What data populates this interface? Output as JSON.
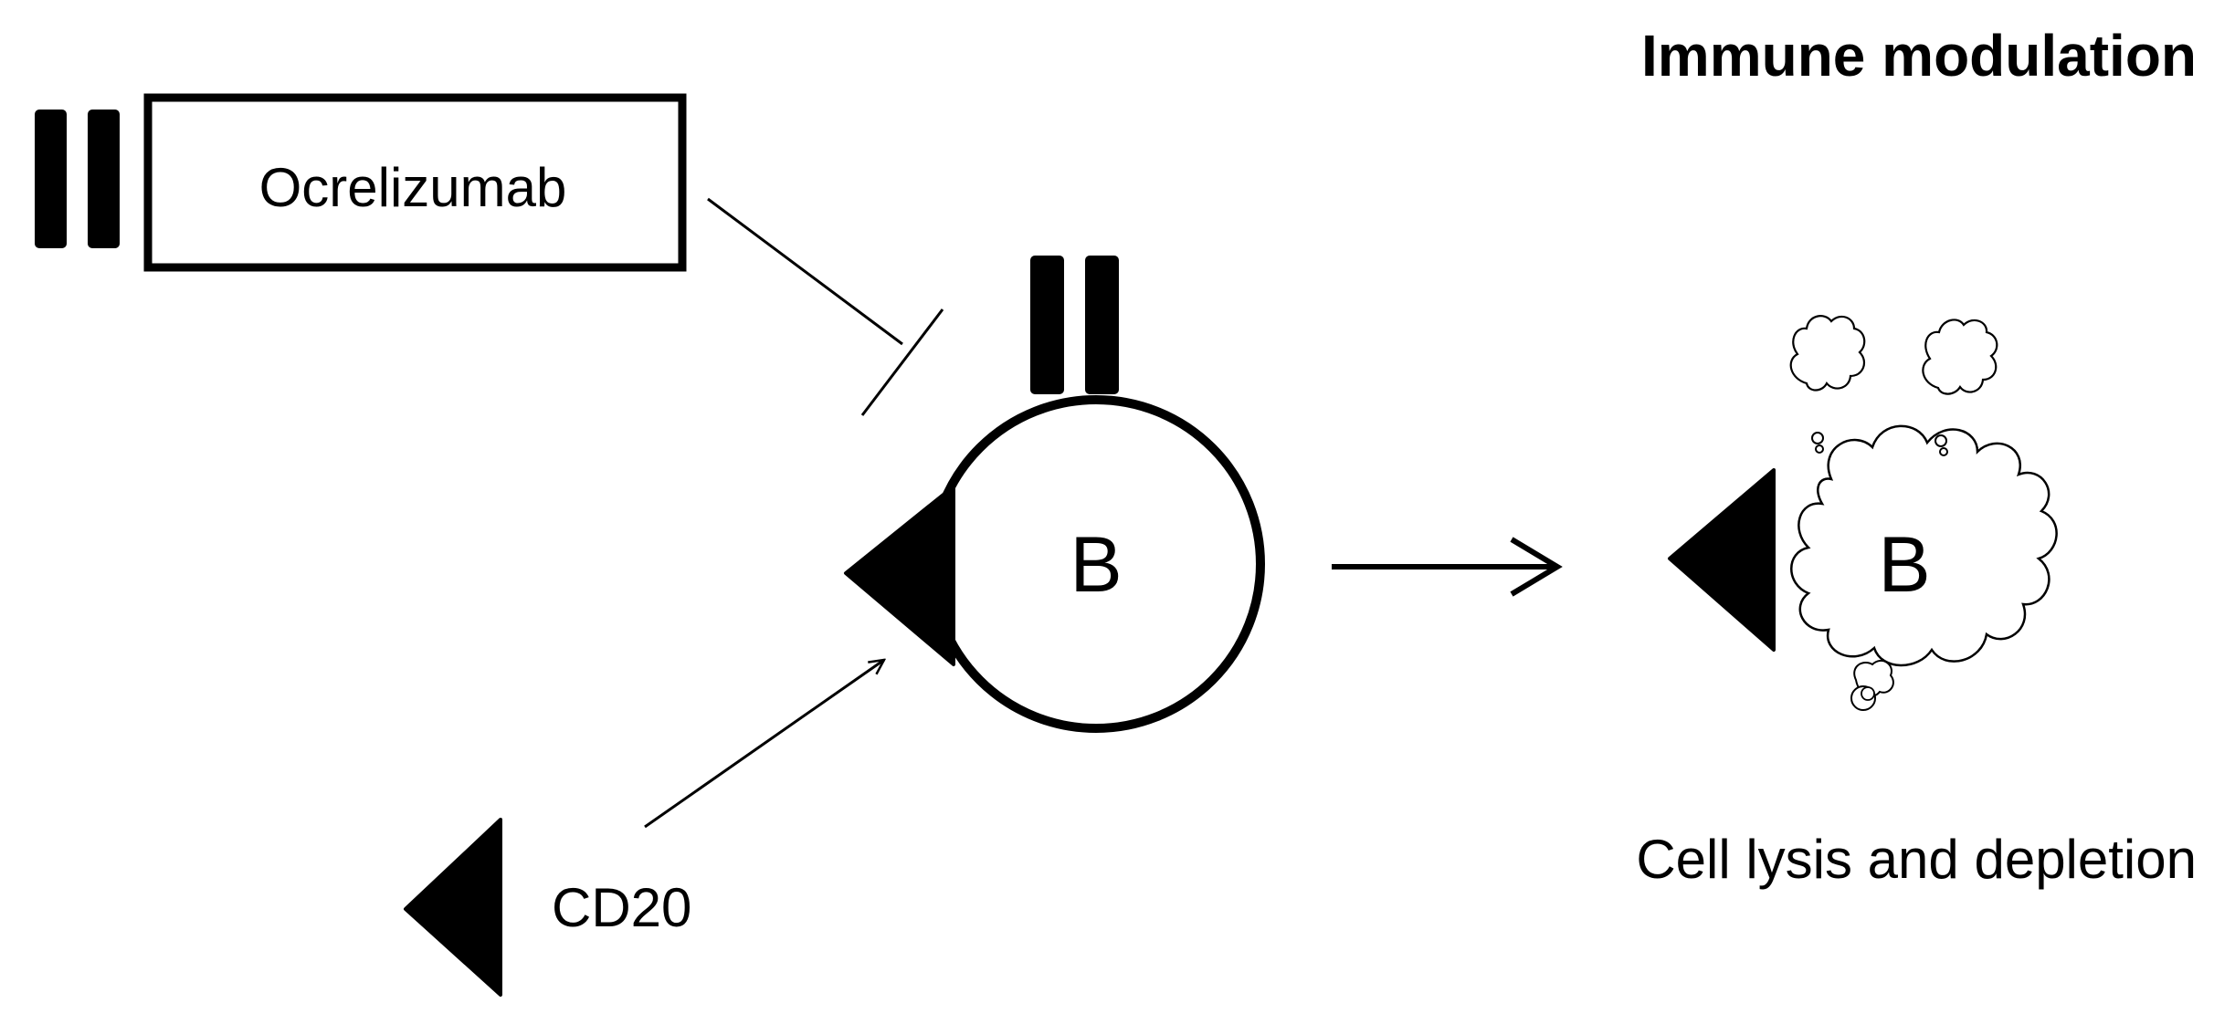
{
  "title": "Immune modulation",
  "drug": {
    "name": "Ocrelizumab",
    "icon": "antibody-icon"
  },
  "cell": {
    "label": "B",
    "icon": "b-cell-icon"
  },
  "antigen": {
    "label": "CD20",
    "icon": "cd20-triangle-icon"
  },
  "outcome": {
    "cell_label": "B",
    "caption": "Cell lysis and depletion",
    "icon": "lysed-cell-icon"
  },
  "colors": {
    "stroke": "#000000",
    "background": "#ffffff"
  }
}
